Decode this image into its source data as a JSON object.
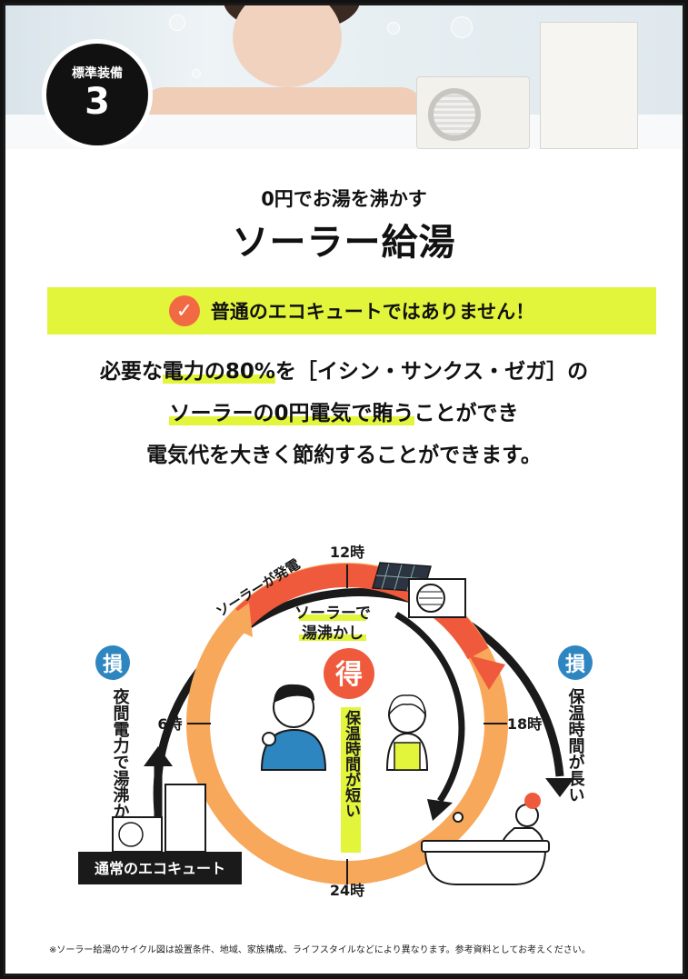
{
  "badge": {
    "label": "標準装備",
    "number": "3"
  },
  "heading": {
    "subtitle": "0円でお湯を沸かす",
    "title": "ソーラー給湯"
  },
  "banner": {
    "check_icon": "check-icon",
    "text": "普通のエコキュートではありません！"
  },
  "description": {
    "line1_a": "必要な",
    "line1_hl": "電力の80%",
    "line1_b": "を［イシン・サンクス・ゼガ］の",
    "line2_hl": "ソーラーの0円電気で賄う",
    "line2_b": "ことができ",
    "line3": "電気代を大きく節約することができます。"
  },
  "cycle": {
    "hours": {
      "h12": "12時",
      "h18": "18時",
      "h24": "24時",
      "h6": "6時"
    },
    "solar_generation": "ソーラーが発電",
    "solar_heating": [
      "ソーラーで",
      "湯沸かし"
    ],
    "gain_mark": "得",
    "loss_mark": "損",
    "short_keep_warm": "保温時間が短い",
    "long_keep_warm": "保温時間が長い",
    "night_power": "夜間電力で湯沸かし",
    "normal_ecocute": "通常のエコキュート"
  },
  "colors": {
    "accent_yellow": "#e2f53a",
    "arrow_red": "#f05a3c",
    "ring_orange": "#f7a85a",
    "loss_blue": "#2e86c1",
    "dark": "#1a1a1a"
  },
  "footnote": "※ソーラー給湯のサイクル図は設置条件、地域、家族構成、ライフスタイルなどにより異なります。参考資料としてお考えください。"
}
